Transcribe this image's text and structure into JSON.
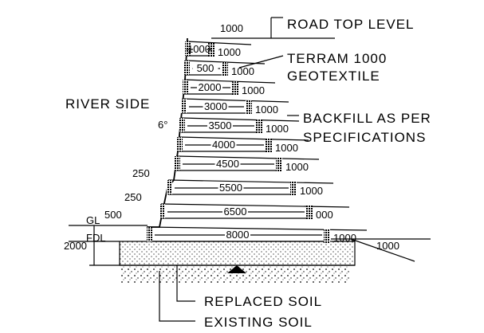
{
  "labels": {
    "road_top_level": "ROAD TOP LEVEL",
    "terram_line1": "TERRAM 1000",
    "terram_line2": "GEOTEXTILE",
    "river_side": "RIVER SIDE",
    "backfill_line1": "BACKFILL AS PER",
    "backfill_line2": "SPECIFICATIONS",
    "replaced_soil": "REPLACED SOIL",
    "existing_soil": "EXISTING SOIL",
    "gl": "GL",
    "fdl": "FDL",
    "batter_angle": "6°"
  },
  "layers": [
    {
      "length": "1000",
      "end_dim": "1000"
    },
    {
      "length": "500",
      "end_dim": "1000"
    },
    {
      "length": "2000",
      "end_dim": "1000"
    },
    {
      "length": "3000",
      "end_dim": "1000"
    },
    {
      "length": "3500",
      "end_dim": "1000"
    },
    {
      "length": "4000",
      "end_dim": "1000"
    },
    {
      "length": "4500",
      "end_dim": "1000"
    },
    {
      "length": "5500",
      "end_dim": "1000"
    },
    {
      "length": "6500",
      "end_dim": "000"
    },
    {
      "length": "8000",
      "end_dim": "1000"
    }
  ],
  "dims": {
    "top_width": "1000",
    "step1": "250",
    "step2": "250",
    "step3": "500",
    "height": "2000",
    "base_right": "1000"
  }
}
